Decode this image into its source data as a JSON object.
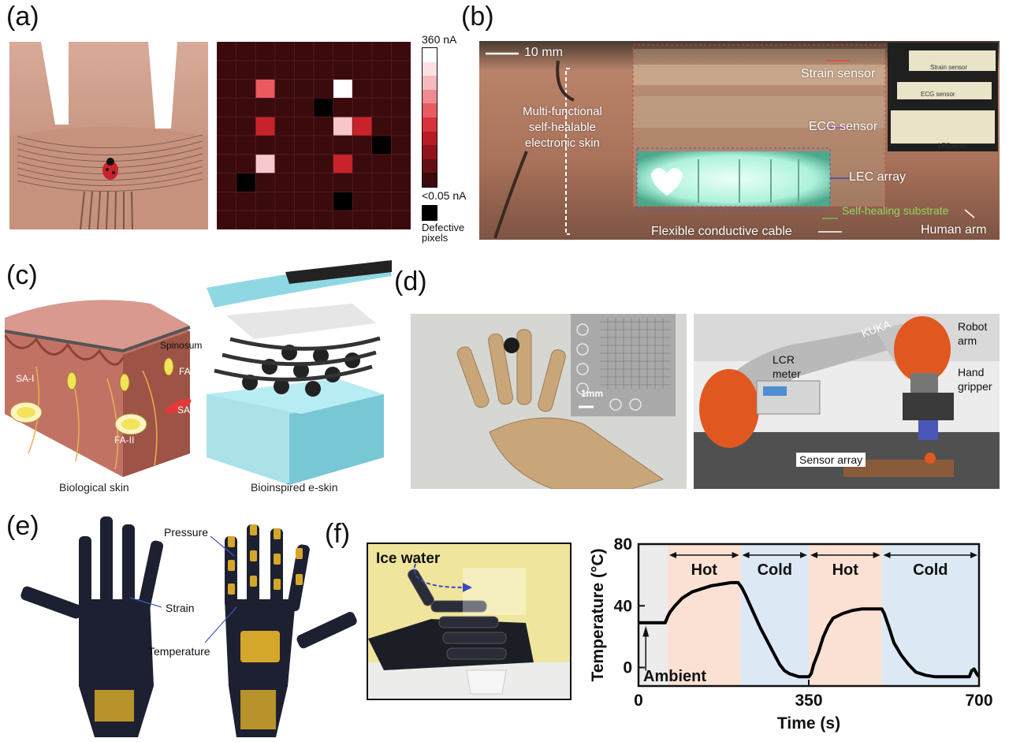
{
  "panels": {
    "a": {
      "label": "(a)",
      "colorbar_max": "360 nA",
      "colorbar_min": "<0.05 nA",
      "defective_label_1": "Defective",
      "defective_label_2": "pixels",
      "heatmap": {
        "rows": 10,
        "cols": 10,
        "cells": [
          {
            "r": 2,
            "c": 2,
            "color": "#ea5a5f"
          },
          {
            "r": 2,
            "c": 6,
            "color": "#ffffff"
          },
          {
            "r": 3,
            "c": 5,
            "color": "#000000"
          },
          {
            "r": 4,
            "c": 2,
            "color": "#c8232b"
          },
          {
            "r": 4,
            "c": 6,
            "color": "#f6c6c9"
          },
          {
            "r": 4,
            "c": 7,
            "color": "#c8232b"
          },
          {
            "r": 5,
            "c": 8,
            "color": "#000000"
          },
          {
            "r": 6,
            "c": 2,
            "color": "#f8c9cc"
          },
          {
            "r": 6,
            "c": 6,
            "color": "#c8232b"
          },
          {
            "r": 7,
            "c": 1,
            "color": "#000000"
          },
          {
            "r": 8,
            "c": 6,
            "color": "#000000"
          }
        ],
        "background": "#3a0a0d",
        "colorbar": [
          "#ffffff",
          "#fde0e2",
          "#f8b9bd",
          "#f08a90",
          "#e85b62",
          "#d8323a",
          "#b81d25",
          "#8f141b",
          "#631015",
          "#3c0b0e"
        ]
      }
    },
    "b": {
      "label": "(b)",
      "scale_bar": "10 mm",
      "multi_1": "Multi-functional",
      "multi_2": "self-healable",
      "multi_3": "electronic skin",
      "strain": "Strain sensor",
      "ecg": "ECG sensor",
      "lec": "LEC array",
      "substrate": "Self-healing substrate",
      "cable": "Flexible conductive cable",
      "arm": "Human arm",
      "inset_strain": "Strain sensor",
      "inset_ecg": "ECG sensor",
      "inset_lec": "LEC array"
    },
    "c": {
      "label": "(c)",
      "spinosum": "Spinosum",
      "sa1": "SA-I",
      "fa1": "FA-I",
      "sa2": "SA-II",
      "fa2": "FA-II",
      "caption_left": "Biological skin",
      "caption_right": "Bioinspired e-skin"
    },
    "d": {
      "label": "(d)",
      "scale": "1mm",
      "robot_1": "Robot",
      "robot_2": "arm",
      "lcr_1": "LCR",
      "lcr_2": "meter",
      "hand_1": "Hand",
      "hand_2": "gripper",
      "sensor": "Sensor array",
      "brand": "KUKA"
    },
    "e": {
      "label": "(e)",
      "pressure": "Pressure",
      "strain": "Strain",
      "temperature": "Temperature"
    },
    "f": {
      "label": "(f)",
      "ice": "Ice water",
      "hot1": "Hot",
      "cold1": "Cold",
      "hot2": "Hot",
      "cold2": "Cold",
      "ambient": "Ambient"
    }
  },
  "chart_data": {
    "type": "line",
    "title": "",
    "xlabel": "Time (s)",
    "ylabel": "Temperature (°C)",
    "xlim": [
      0,
      700
    ],
    "ylim": [
      -12,
      80
    ],
    "xticks": [
      "0",
      "350",
      "700"
    ],
    "yticks": [
      "0",
      "40",
      "80"
    ],
    "grid": false,
    "regions": [
      {
        "label": "ambient",
        "from": 0,
        "to": 60,
        "color": "#ececec"
      },
      {
        "label": "Hot",
        "from": 60,
        "to": 210,
        "color": "#fbe1d3"
      },
      {
        "label": "Cold",
        "from": 210,
        "to": 350,
        "color": "#dce9f4"
      },
      {
        "label": "Hot",
        "from": 350,
        "to": 500,
        "color": "#fbe1d3"
      },
      {
        "label": "Cold",
        "from": 500,
        "to": 700,
        "color": "#dce9f4"
      }
    ],
    "series": [
      {
        "x": [
          0,
          20,
          40,
          55,
          60,
          65,
          75,
          90,
          110,
          130,
          150,
          170,
          190,
          205,
          212,
          220,
          230,
          240,
          250,
          260,
          270,
          280,
          290,
          300,
          310,
          320,
          330,
          340,
          350,
          355,
          360,
          370,
          380,
          390,
          400,
          420,
          440,
          460,
          480,
          495,
          500,
          505,
          515,
          525,
          540,
          555,
          570,
          590,
          610,
          630,
          650,
          670,
          680,
          685,
          690,
          695,
          700
        ],
        "y": [
          29,
          29,
          29,
          29,
          33,
          36,
          40,
          45,
          49,
          51,
          53,
          54,
          55,
          55,
          52,
          47,
          40,
          33,
          26,
          20,
          14,
          8,
          2,
          -2,
          -4,
          -5,
          -6,
          -6,
          -6,
          -4,
          2,
          10,
          20,
          27,
          32,
          35,
          37,
          38,
          38,
          38,
          38,
          35,
          26,
          16,
          8,
          2,
          -3,
          -5,
          -6,
          -6,
          -6,
          -6,
          -6,
          -2,
          -1,
          -4,
          -6
        ]
      }
    ]
  }
}
